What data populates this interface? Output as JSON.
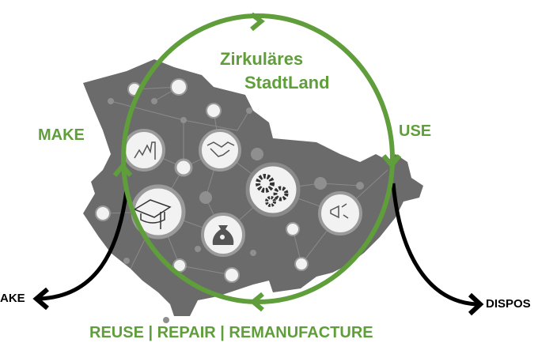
{
  "title_line1": "Zirkuläres",
  "title_line2": "StadtLand",
  "labels": {
    "make": "MAKE",
    "use": "USE",
    "take": "AKE",
    "dispose": "DISPOS",
    "cycle": "REUSE | REPAIR | REMANUFACTURE"
  },
  "colors": {
    "green": "#5f9e3b",
    "map": "#6b6b6b",
    "node": "#f2f2f2",
    "arrow": "#000000"
  }
}
